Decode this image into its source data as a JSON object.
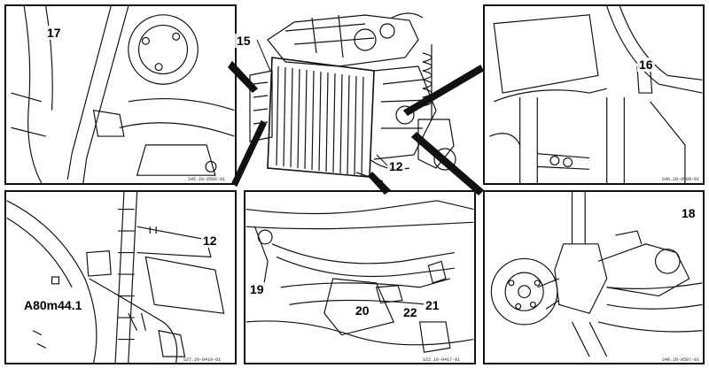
{
  "callouts": {
    "c12_center": "12",
    "c15": "15",
    "c16": "16",
    "c17": "17",
    "c12_left": "12",
    "a80": "A80m44.1",
    "c18": "18",
    "c19": "19",
    "c20": "20",
    "c21": "21",
    "c22": "22"
  },
  "figure_codes": {
    "top_left": "S45.20-0506-01",
    "top_right": "S46.20-0509-01",
    "bottom_left": "S27.20-0419-01",
    "bottom_center": "S22.10-0417-01",
    "bottom_right": "S46.20-0507-01"
  },
  "colors": {
    "line": "#111111",
    "background": "#ffffff"
  }
}
